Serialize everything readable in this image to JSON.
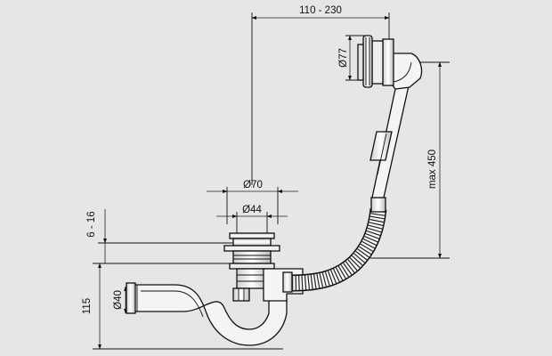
{
  "diagram": {
    "labels": {
      "overflow_reach": "110 - 230",
      "overflow_diameter": "Ø77",
      "height_max": "max 450",
      "outer_diameter": "Ø70",
      "inner_diameter": "Ø44",
      "rim_thickness": "6 - 16",
      "pipe_diameter": "Ø40",
      "trap_height": "115"
    }
  }
}
